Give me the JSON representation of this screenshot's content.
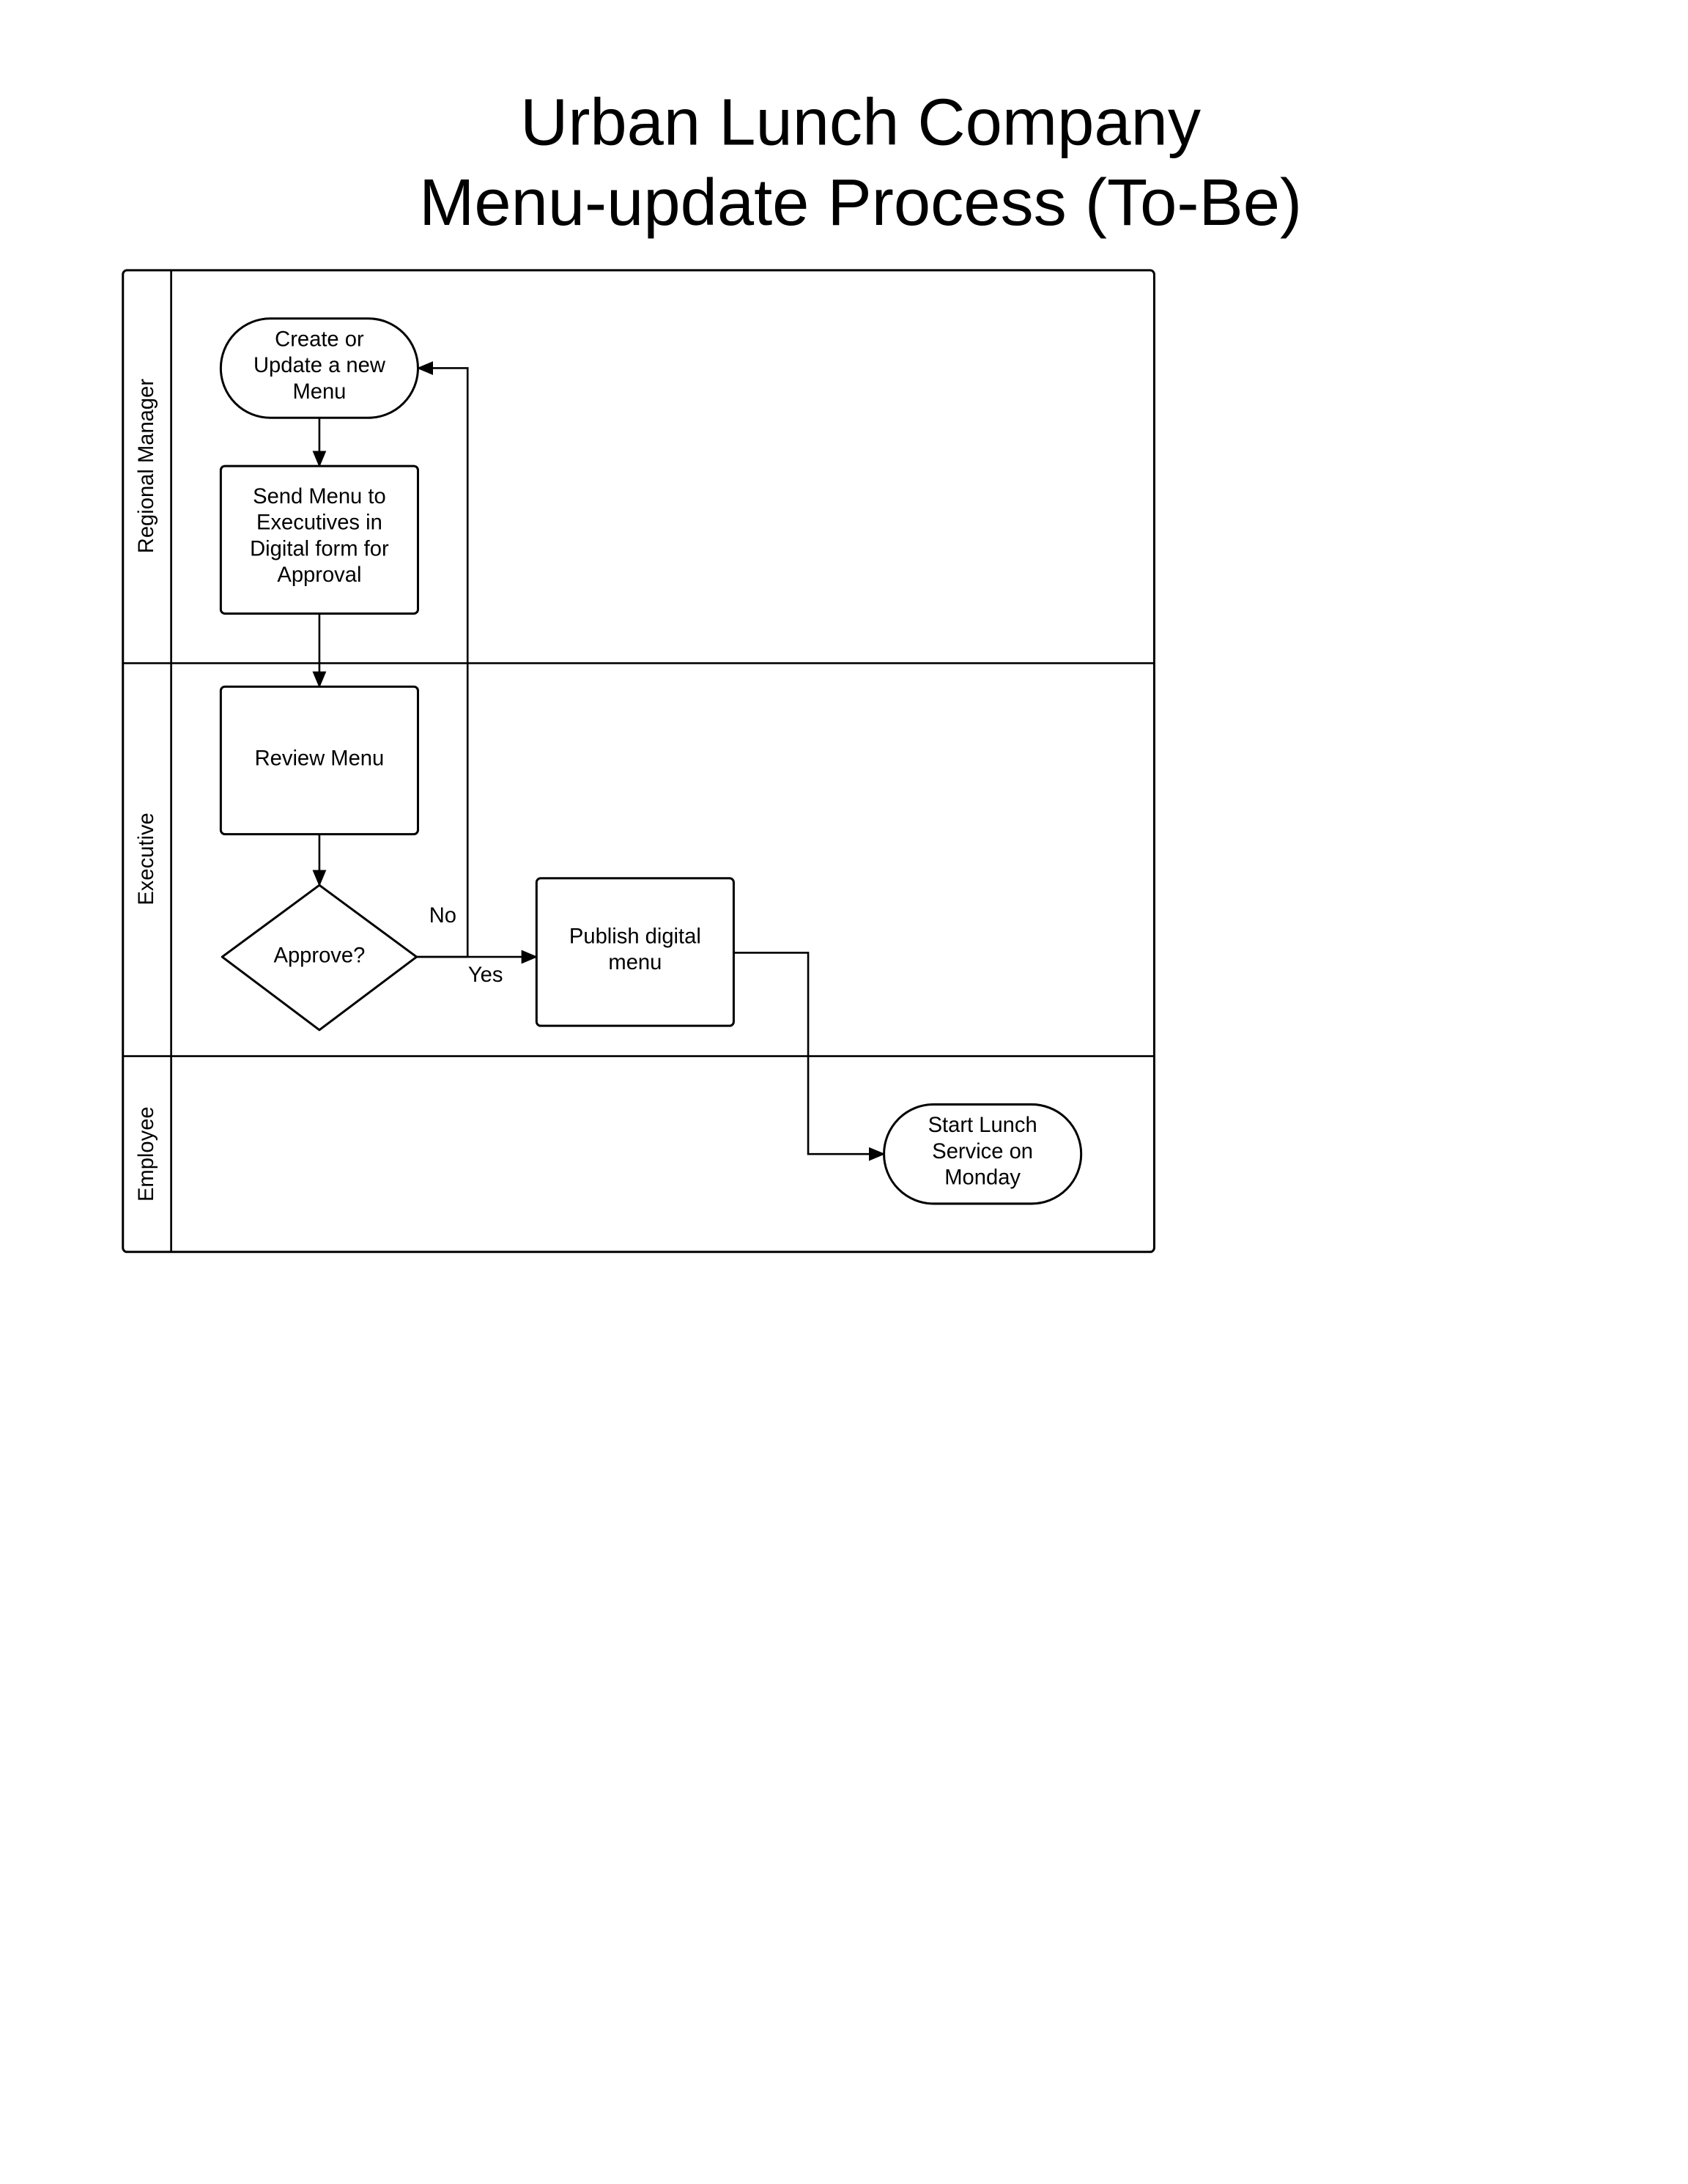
{
  "title": {
    "line1": "Urban Lunch Company",
    "line2": "Menu-update Process (To-Be)"
  },
  "lanes": [
    {
      "label": "Regional Manager"
    },
    {
      "label": "Executive"
    },
    {
      "label": "Employee"
    }
  ],
  "nodes": {
    "create": {
      "lines": [
        "Create or",
        "Update a new",
        "Menu"
      ]
    },
    "send": {
      "lines": [
        "Send Menu to",
        "Executives in",
        "Digital form for",
        "Approval"
      ]
    },
    "review": {
      "lines": [
        "Review Menu"
      ]
    },
    "approve": {
      "lines": [
        "Approve?"
      ]
    },
    "publish": {
      "lines": [
        "Publish digital",
        "menu"
      ]
    },
    "start": {
      "lines": [
        "Start Lunch",
        "Service on",
        "Monday"
      ]
    }
  },
  "edges": {
    "no_label": "No",
    "yes_label": "Yes"
  }
}
